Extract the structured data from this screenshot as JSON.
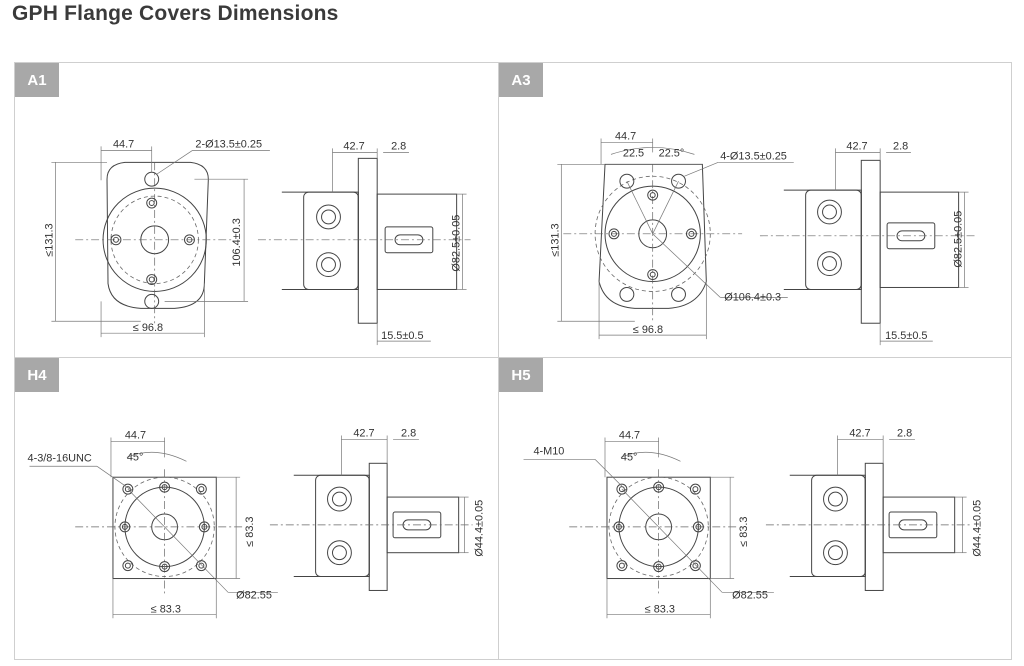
{
  "page": {
    "title": "GPH Flange Covers Dimensions"
  },
  "panels": {
    "a1": {
      "label": "A1",
      "front": {
        "top_width": "44.7",
        "hole_spec": "2-Ø13.5±0.25",
        "height": "≤131.3",
        "bolt_circle": "106.4±0.3",
        "bottom_width": "≤ 96.8"
      },
      "side": {
        "width": "42.7",
        "thickness": "2.8",
        "pilot": "Ø82.5±0.05",
        "pilot_depth": "15.5±0.5"
      }
    },
    "a3": {
      "label": "A3",
      "front": {
        "top_width": "44.7",
        "angle_left": "22.5",
        "angle_right": "22.5°",
        "hole_spec": "4-Ø13.5±0.25",
        "height": "≤131.3",
        "bolt_circle": "Ø106.4±0.3",
        "bottom_width": "≤ 96.8"
      },
      "side": {
        "width": "42.7",
        "thickness": "2.8",
        "pilot": "Ø82.5±0.05",
        "pilot_depth": "15.5±0.5"
      }
    },
    "h4": {
      "label": "H4",
      "front": {
        "top_width": "44.7",
        "thread_spec": "4-3/8-16UNC",
        "angle": "45°",
        "height": "≤ 83.3",
        "bolt_circle": "Ø82.55",
        "bottom_width": "≤ 83.3"
      },
      "side": {
        "width": "42.7",
        "thickness": "2.8",
        "pilot": "Ø44.4±0.05"
      }
    },
    "h5": {
      "label": "H5",
      "front": {
        "top_width": "44.7",
        "thread_spec": "4-M10",
        "angle": "45°",
        "height": "≤ 83.3",
        "bolt_circle": "Ø82.55",
        "bottom_width": "≤ 83.3"
      },
      "side": {
        "width": "42.7",
        "thickness": "2.8",
        "pilot": "Ø44.4±0.05"
      }
    }
  }
}
